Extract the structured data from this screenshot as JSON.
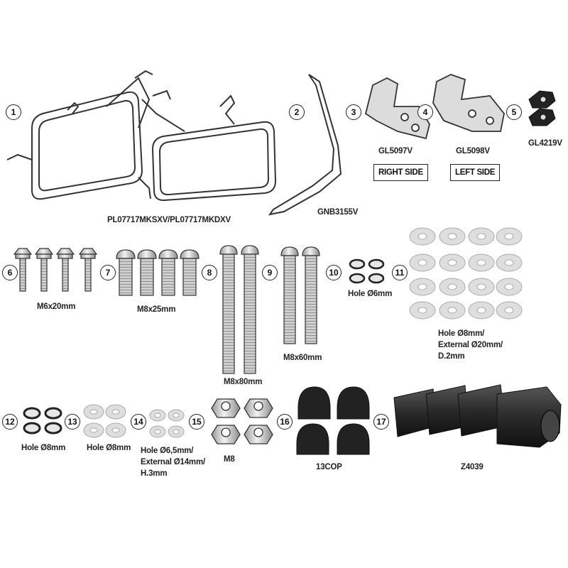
{
  "items": [
    {
      "num": "1",
      "label": "PL07717MKSXV/PL07717MKDXV"
    },
    {
      "num": "2",
      "label": "GNB3155V"
    },
    {
      "num": "3",
      "label": "GL5097V",
      "side": "RIGHT SIDE"
    },
    {
      "num": "4",
      "label": "GL5098V",
      "side": "LEFT SIDE"
    },
    {
      "num": "5",
      "label": "GL4219V"
    },
    {
      "num": "6",
      "label": "M6x20mm"
    },
    {
      "num": "7",
      "label": "M8x25mm"
    },
    {
      "num": "8",
      "label": "M8x80mm"
    },
    {
      "num": "9",
      "label": "M8x60mm"
    },
    {
      "num": "10",
      "label": "Hole Ø6mm"
    },
    {
      "num": "11",
      "label_lines": [
        "Hole Ø8mm/",
        "External Ø20mm/",
        "D.2mm"
      ]
    },
    {
      "num": "12",
      "label": "Hole Ø8mm"
    },
    {
      "num": "13",
      "label": "Hole Ø8mm"
    },
    {
      "num": "14",
      "label_lines": [
        "Hole Ø6,5mm/",
        "External Ø14mm/",
        "H.3mm"
      ]
    },
    {
      "num": "15",
      "label": "M8"
    },
    {
      "num": "16",
      "label": "13COP"
    },
    {
      "num": "17",
      "label": "Z4039"
    }
  ]
}
